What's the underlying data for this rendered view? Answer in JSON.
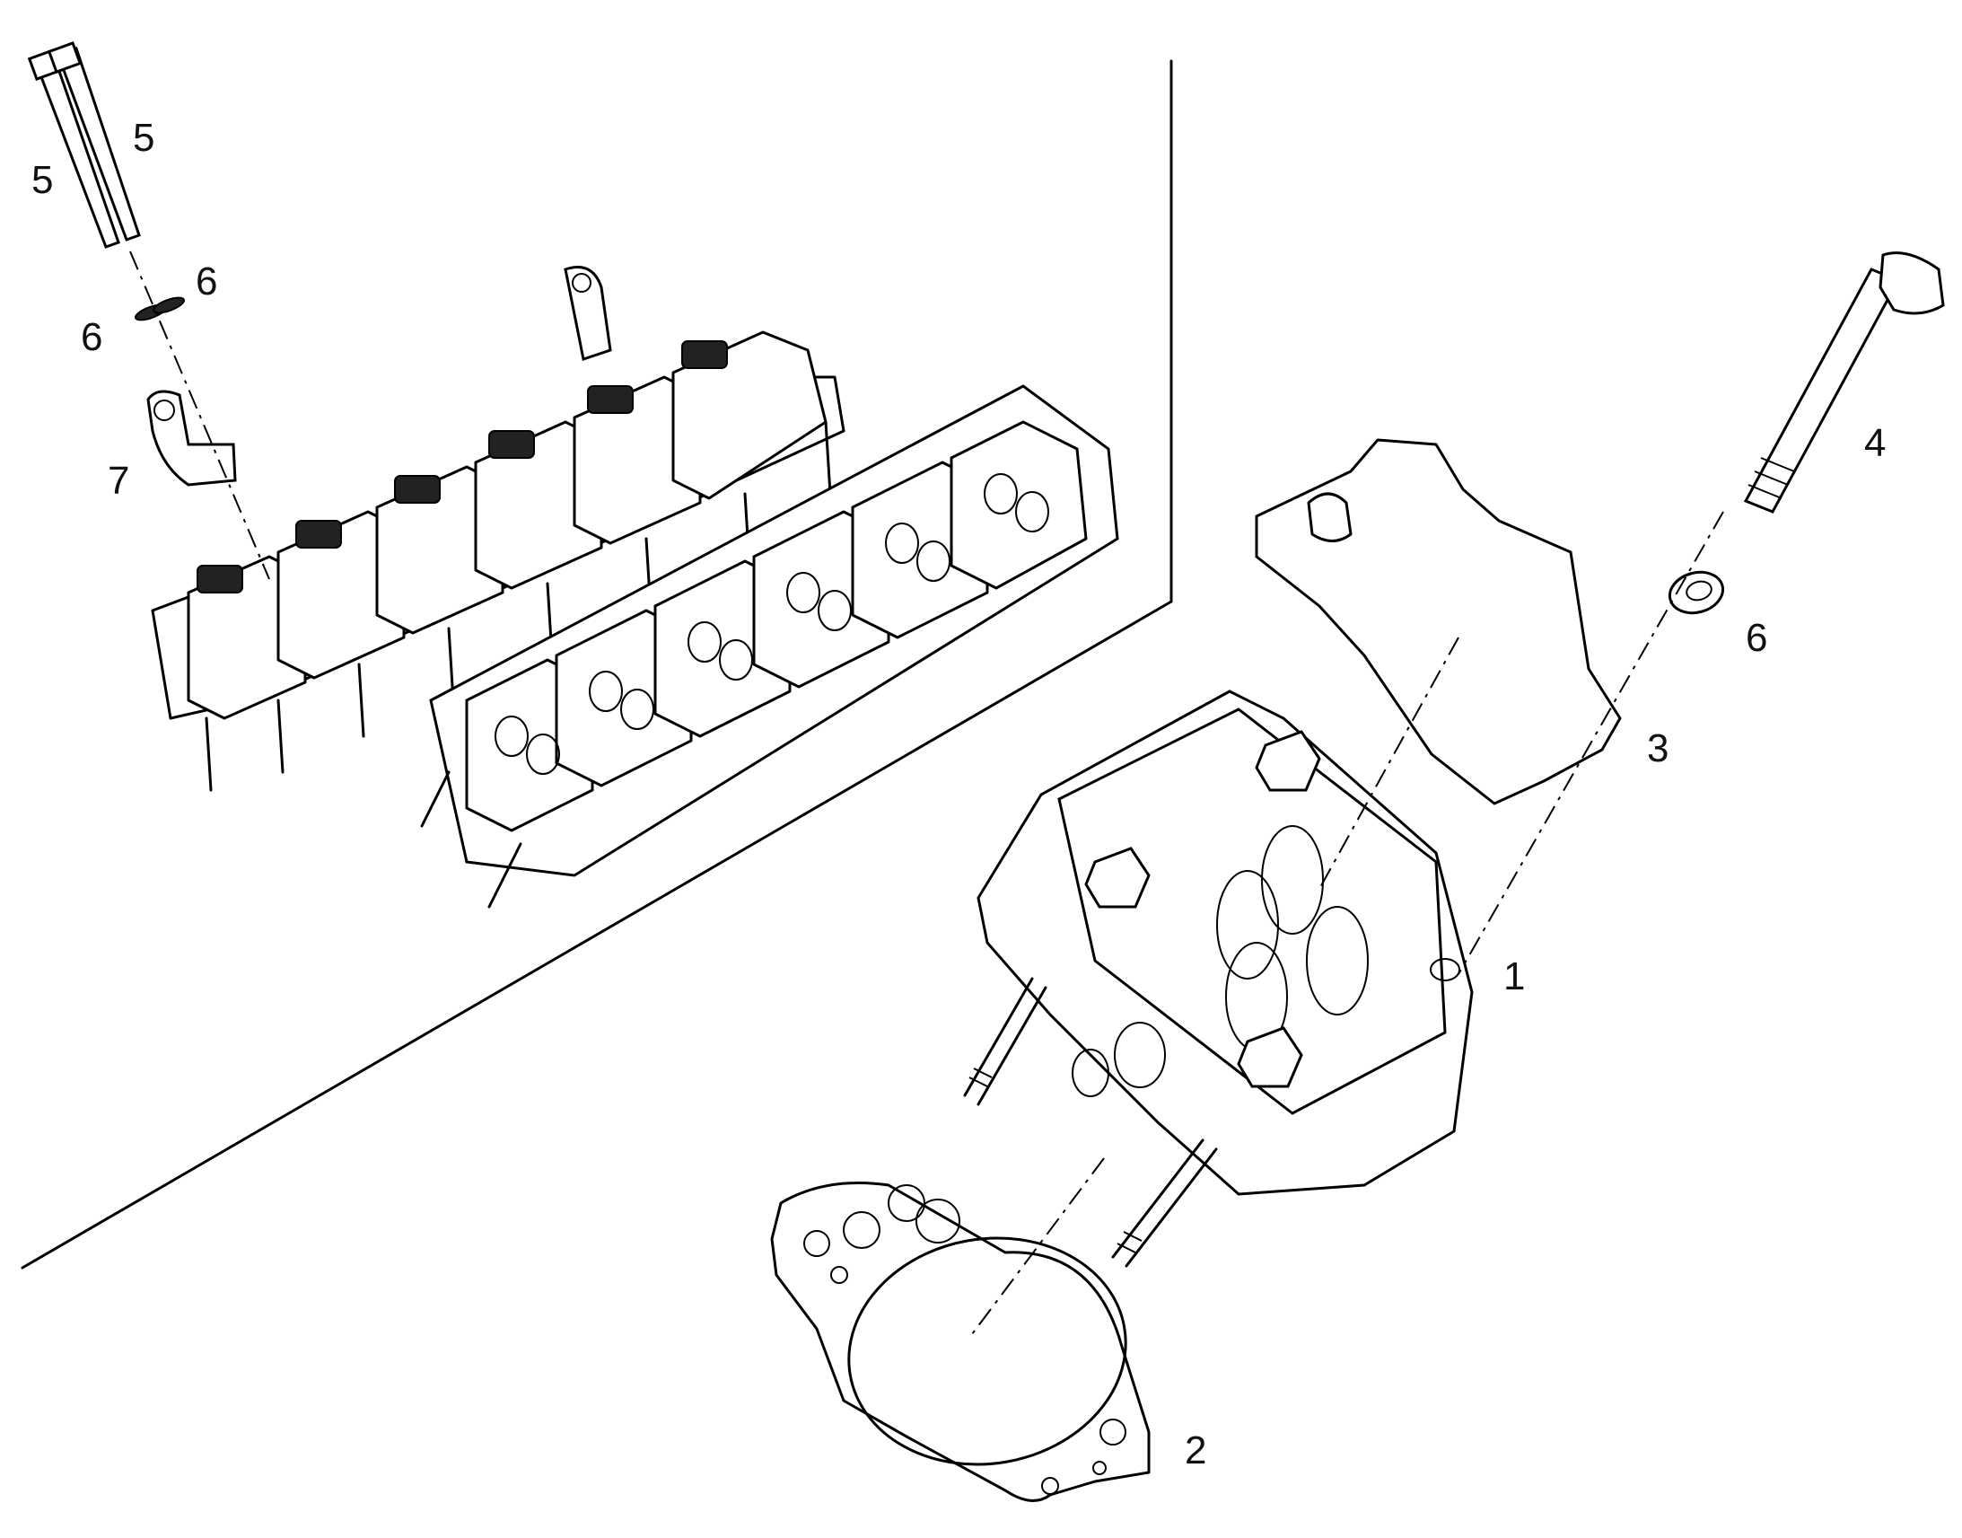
{
  "callouts": {
    "c1": "1",
    "c2": "2",
    "c3": "3",
    "c4": "4",
    "c5a": "5",
    "c5b": "5",
    "c6a": "6",
    "c6b": "6",
    "c6c": "6",
    "c7": "7"
  }
}
